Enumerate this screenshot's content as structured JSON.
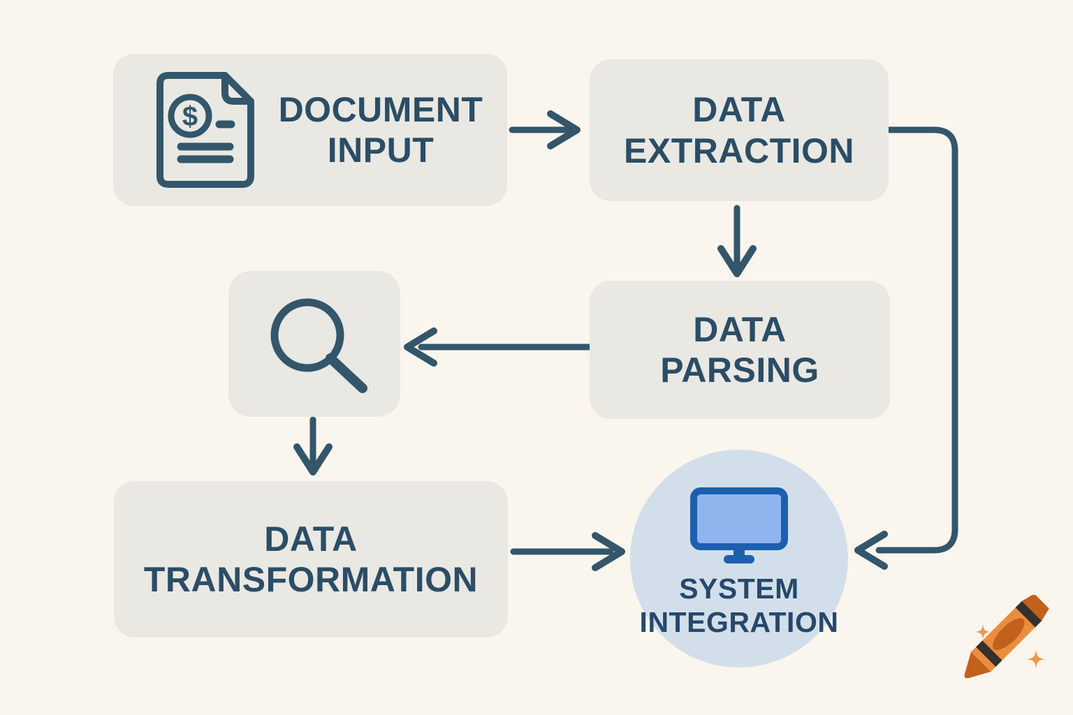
{
  "diagram": {
    "type": "flowchart",
    "nodes": [
      {
        "id": "document-input",
        "label": "DOCUMENT\nINPUT",
        "icon": "invoice-document-icon",
        "shape": "rounded-rect"
      },
      {
        "id": "data-extraction",
        "label": "DATA\nEXTRACTION",
        "icon": null,
        "shape": "rounded-rect"
      },
      {
        "id": "data-parsing",
        "label": "DATA\nPARSING",
        "icon": null,
        "shape": "rounded-rect"
      },
      {
        "id": "search",
        "label": "",
        "icon": "search-icon",
        "shape": "rounded-rect"
      },
      {
        "id": "data-transformation",
        "label": "DATA\nTRANSFORMATION",
        "icon": null,
        "shape": "rounded-rect"
      },
      {
        "id": "system-integration",
        "label": "SYSTEM\nINTEGRATION",
        "icon": "monitor-icon",
        "shape": "circle"
      }
    ],
    "edges": [
      {
        "from": "document-input",
        "to": "data-extraction"
      },
      {
        "from": "data-extraction",
        "to": "data-parsing"
      },
      {
        "from": "data-parsing",
        "to": "search"
      },
      {
        "from": "search",
        "to": "data-transformation"
      },
      {
        "from": "data-transformation",
        "to": "system-integration"
      },
      {
        "from": "data-extraction",
        "to": "system-integration"
      }
    ],
    "icon_glyphs": {
      "dollar": "$"
    },
    "colors": {
      "background": "#faf6ee",
      "node_fill": "#e9e8e3",
      "connector": "#33566b",
      "node_text": "#2b4d66",
      "circle_fill": "#d2dfea",
      "circle_text": "#26486b",
      "monitor_screen": "#8fb5ef",
      "monitor_frame": "#1d5fae",
      "crayon_body": "#ec8d3d",
      "crayon_dark": "#c2601d",
      "crayon_band": "#34302b",
      "sparkle": "#f0964a"
    },
    "watermark": "crayon-logo"
  }
}
